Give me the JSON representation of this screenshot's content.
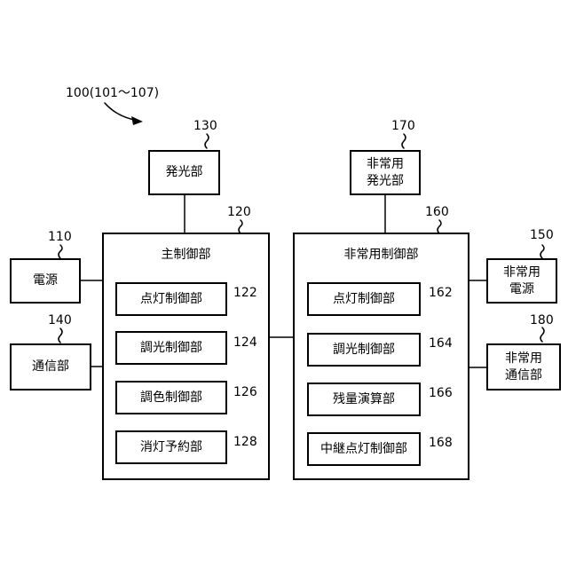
{
  "diagram": {
    "system_ref": "100(101～107)",
    "nodes": {
      "light_emitter": {
        "ref": "130",
        "label": "発光部"
      },
      "power_supply": {
        "ref": "110",
        "label": "電源"
      },
      "communication": {
        "ref": "140",
        "label": "通信部"
      },
      "main_control": {
        "ref": "120",
        "label": "主制御部"
      },
      "lighting_control": {
        "ref": "122",
        "label": "点灯制御部"
      },
      "dimming_control": {
        "ref": "124",
        "label": "調光制御部"
      },
      "color_control": {
        "ref": "126",
        "label": "調色制御部"
      },
      "off_timer": {
        "ref": "128",
        "label": "消灯予約部"
      },
      "emergency_light_emitter": {
        "ref": "170",
        "label": "非常用\n発光部"
      },
      "emergency_control": {
        "ref": "160",
        "label": "非常用制御部"
      },
      "emergency_lighting_control": {
        "ref": "162",
        "label": "点灯制御部"
      },
      "emergency_dimming_control": {
        "ref": "164",
        "label": "調光制御部"
      },
      "remaining_calc": {
        "ref": "166",
        "label": "残量演算部"
      },
      "relay_lighting_control": {
        "ref": "168",
        "label": "中継点灯制御部"
      },
      "emergency_power": {
        "ref": "150",
        "label": "非常用\n電源"
      },
      "emergency_communication": {
        "ref": "180",
        "label": "非常用\n通信部"
      }
    }
  }
}
